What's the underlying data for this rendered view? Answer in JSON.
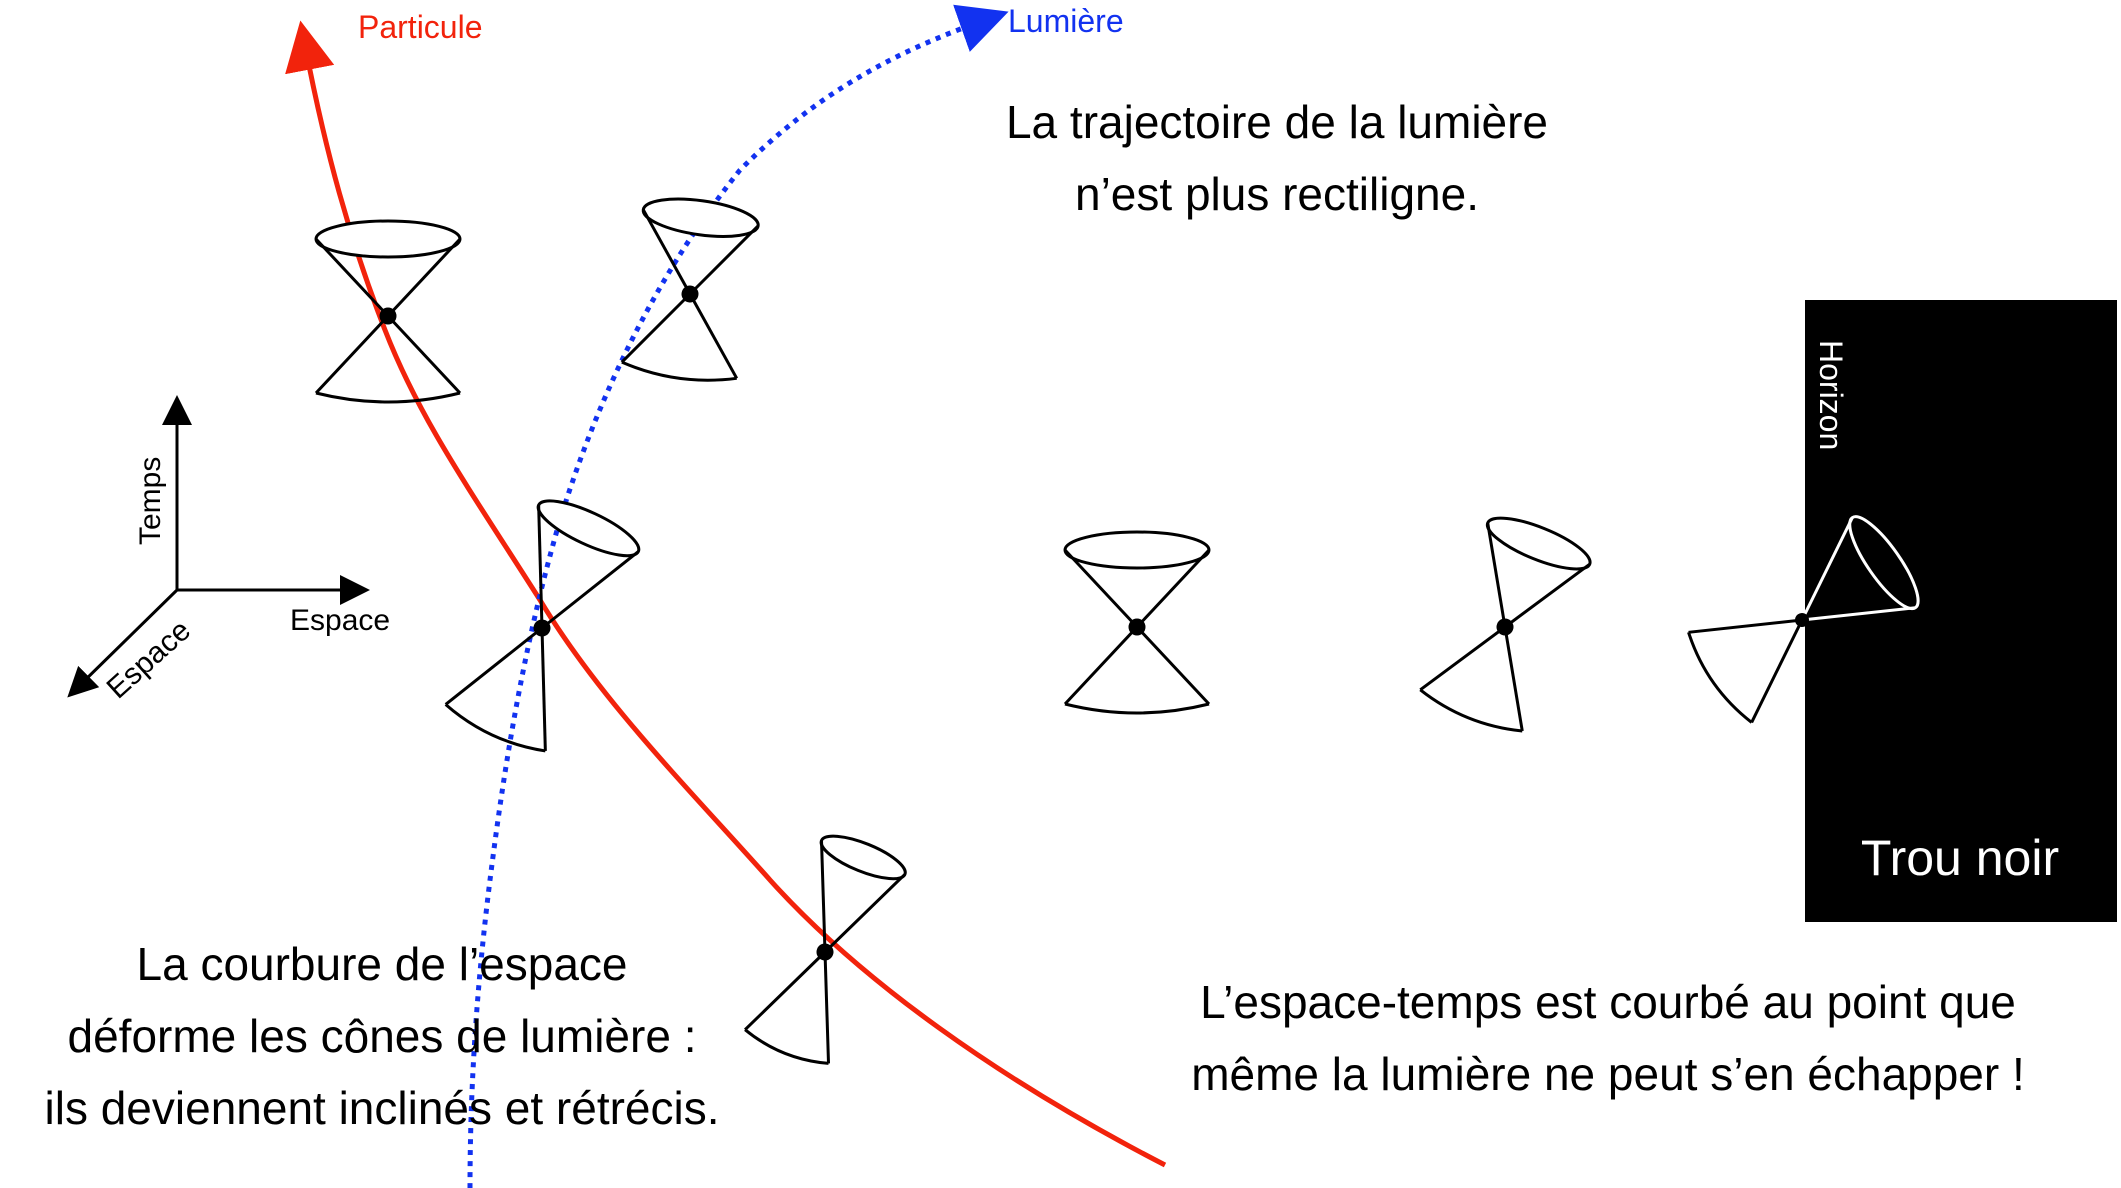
{
  "labels": {
    "particle": "Particule",
    "light": "Lumière",
    "axis_time": "Temps",
    "axis_space_right": "Espace",
    "axis_space_diag": "Espace",
    "horizon": "Horizon",
    "black_hole": "Trou noir"
  },
  "captions": {
    "light_line1": "La trajectoire de la lumière",
    "light_line2": "n’est plus rectiligne.",
    "curvature_line1": "La courbure de l’espace",
    "curvature_line2": "déforme les cônes de lumière :",
    "curvature_line3": "ils deviennent inclinés et rétrécis.",
    "spacetime_line1": "L’espace-temps est courbé au point que",
    "spacetime_line2": "même la lumière ne peut s’en échapper !"
  },
  "colors": {
    "particle": "#f2230c",
    "light": "#1232f0",
    "black_hole": "#000000",
    "ink": "#000000"
  }
}
